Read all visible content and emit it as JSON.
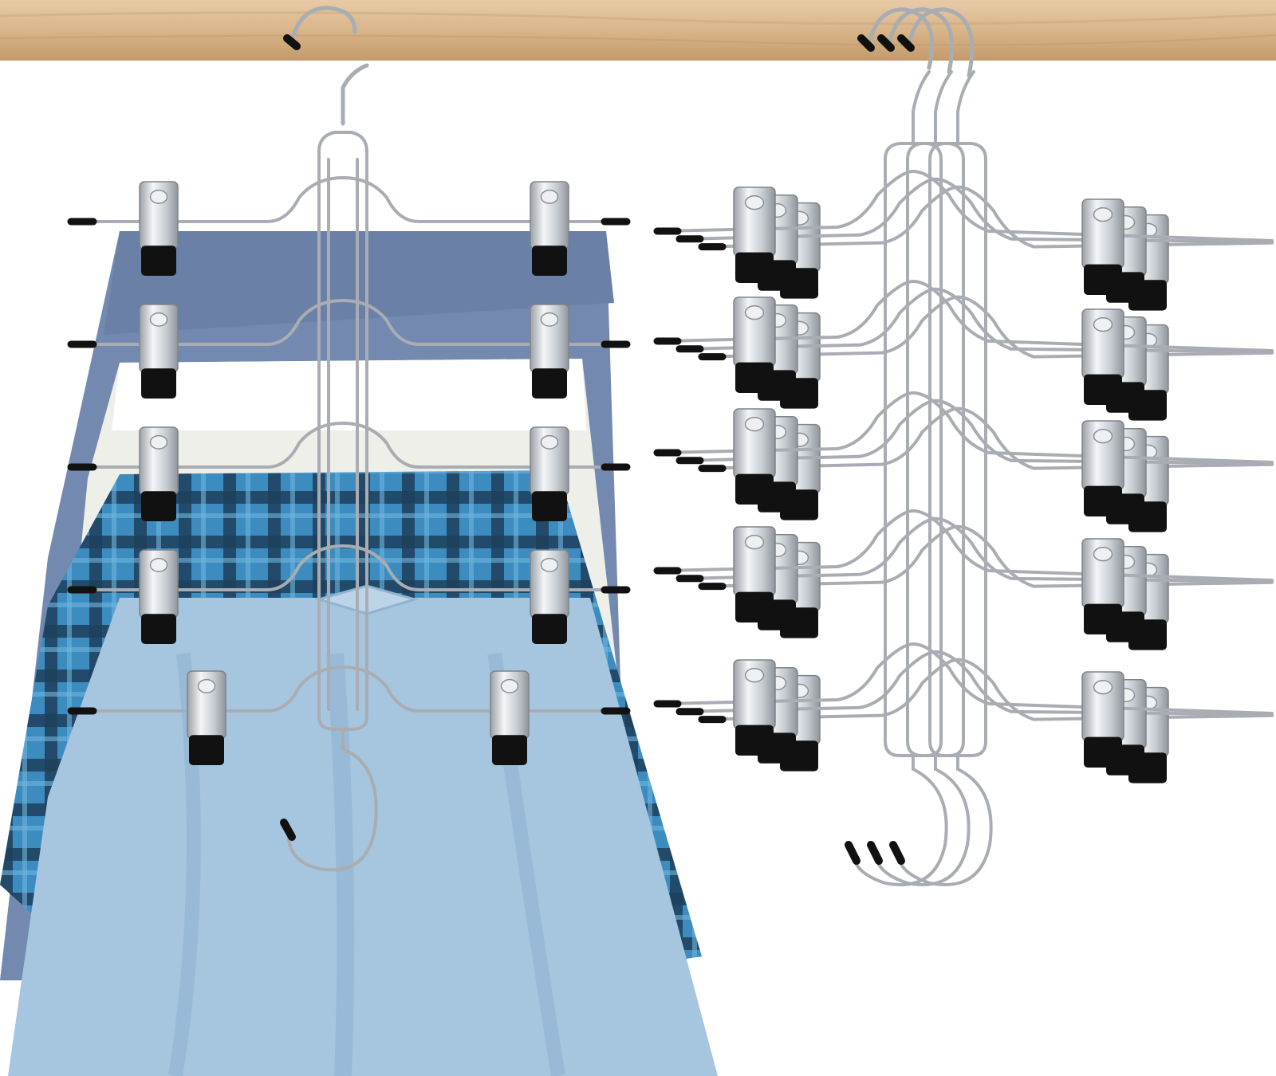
{
  "scene": {
    "description_free": true,
    "colors": {
      "background": "#ffffff",
      "rod_light": "#e2c29c",
      "rod_dark": "#c89f73",
      "wire": "#a9adb3",
      "wire_highlight": "#e9ecef",
      "clip_metal": "#d9dde1",
      "clip_pad": "#121212",
      "skirt_navy": "#7289b0",
      "skirt_white": "#eeeeea",
      "skirt_plaid": "#3f8fbd",
      "skirt_light_blue": "#a7c7e0"
    },
    "left_hanger": {
      "tiers": 5,
      "clips_per_tier": 2
    },
    "right_hangers": {
      "count": 3,
      "tiers": 5,
      "clips_per_tier": 2
    }
  }
}
